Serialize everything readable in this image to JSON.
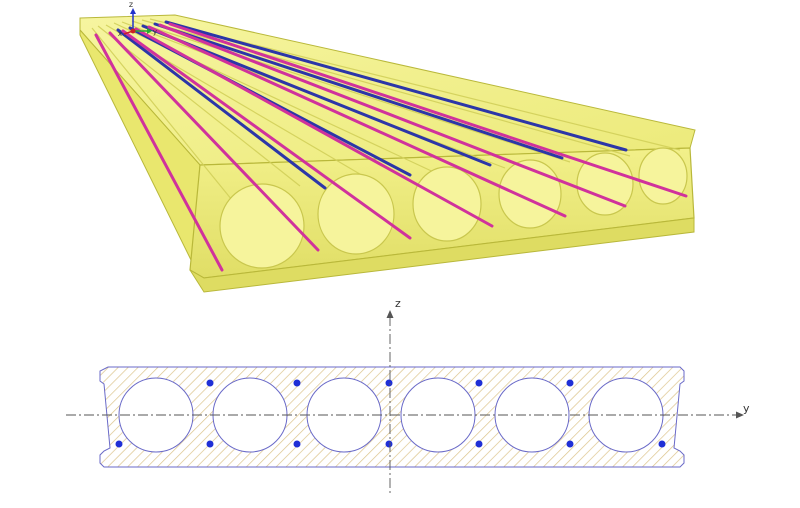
{
  "axes": {
    "z_label": "z",
    "y_label": "y"
  },
  "model_triad": {
    "z_label": "z",
    "x_label": "x",
    "y_label": "y"
  },
  "colors": {
    "concrete_fill": "#f0ef78",
    "concrete_edge": "#b9b83a",
    "tendon_upper": "#2c36a8",
    "tendon_lower": "#d0329c",
    "section_outline": "#6a6ac8",
    "hatch": "#d9c28a",
    "bar": "#1f2fd6",
    "axis": "#555555"
  },
  "section": {
    "cores": 6,
    "upper_bars_per_rib": 1,
    "lower_bars_per_rib": 1
  }
}
